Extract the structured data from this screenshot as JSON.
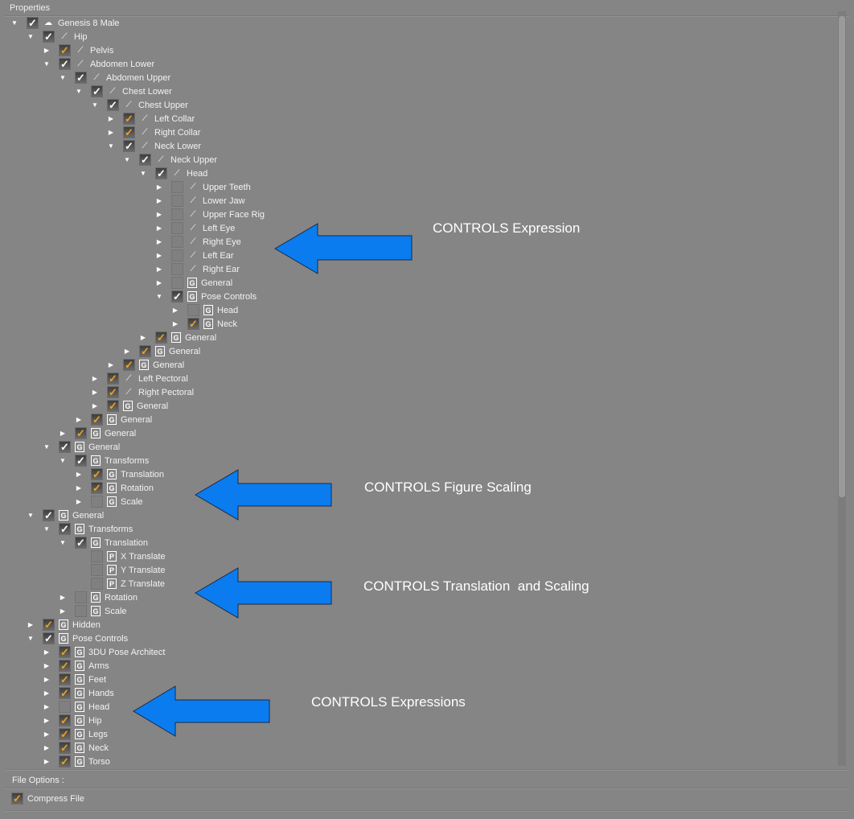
{
  "panel_title": "Properties",
  "tree": [
    [
      0,
      "d",
      "w",
      "fig",
      "Genesis 8 Male"
    ],
    [
      1,
      "d",
      "w",
      "bone",
      "Hip"
    ],
    [
      2,
      "r",
      "o",
      "bone",
      "Pelvis"
    ],
    [
      2,
      "d",
      "w",
      "bone",
      "Abdomen Lower"
    ],
    [
      3,
      "d",
      "w",
      "bone",
      "Abdomen Upper"
    ],
    [
      4,
      "d",
      "w",
      "bone",
      "Chest Lower"
    ],
    [
      5,
      "d",
      "w",
      "bone",
      "Chest Upper"
    ],
    [
      6,
      "r",
      "o",
      "bone",
      "Left Collar"
    ],
    [
      6,
      "r",
      "o",
      "bone",
      "Right Collar"
    ],
    [
      6,
      "d",
      "w",
      "bone",
      "Neck Lower"
    ],
    [
      7,
      "d",
      "w",
      "bone",
      "Neck Upper"
    ],
    [
      8,
      "d",
      "w",
      "bone",
      "Head"
    ],
    [
      9,
      "r",
      "n",
      "bone",
      "Upper Teeth"
    ],
    [
      9,
      "r",
      "n",
      "bone",
      "Lower Jaw"
    ],
    [
      9,
      "r",
      "n",
      "bone",
      "Upper Face Rig"
    ],
    [
      9,
      "r",
      "n",
      "bone",
      "Left Eye"
    ],
    [
      9,
      "r",
      "n",
      "bone",
      "Right Eye"
    ],
    [
      9,
      "r",
      "n",
      "bone",
      "Left Ear"
    ],
    [
      9,
      "r",
      "n",
      "bone",
      "Right Ear"
    ],
    [
      9,
      "r",
      "n",
      "g",
      "General"
    ],
    [
      9,
      "d",
      "w",
      "g",
      "Pose Controls"
    ],
    [
      10,
      "r",
      "n",
      "g",
      "Head"
    ],
    [
      10,
      "r",
      "o",
      "g",
      "Neck"
    ],
    [
      8,
      "r",
      "o",
      "g",
      "General"
    ],
    [
      7,
      "r",
      "o",
      "g",
      "General"
    ],
    [
      6,
      "r",
      "o",
      "g",
      "General"
    ],
    [
      5,
      "r",
      "o",
      "bone",
      "Left Pectoral"
    ],
    [
      5,
      "r",
      "o",
      "bone",
      "Right Pectoral"
    ],
    [
      5,
      "r",
      "o",
      "g",
      "General"
    ],
    [
      4,
      "r",
      "o",
      "g",
      "General"
    ],
    [
      3,
      "r",
      "o",
      "g",
      "General"
    ],
    [
      2,
      "d",
      "w",
      "g",
      "General"
    ],
    [
      3,
      "d",
      "w",
      "g",
      "Transforms"
    ],
    [
      4,
      "r",
      "o",
      "g",
      "Translation"
    ],
    [
      4,
      "r",
      "o",
      "g",
      "Rotation"
    ],
    [
      4,
      "r",
      "n",
      "g",
      "Scale"
    ],
    [
      1,
      "d",
      "w",
      "g",
      "General"
    ],
    [
      2,
      "d",
      "w",
      "g",
      "Transforms"
    ],
    [
      3,
      "d",
      "w",
      "g",
      "Translation"
    ],
    [
      4,
      "",
      "n",
      "p",
      "X Translate"
    ],
    [
      4,
      "",
      "n",
      "p",
      "Y Translate"
    ],
    [
      4,
      "",
      "n",
      "p",
      "Z Translate"
    ],
    [
      3,
      "r",
      "n",
      "g",
      "Rotation"
    ],
    [
      3,
      "r",
      "n",
      "g",
      "Scale"
    ],
    [
      1,
      "r",
      "o",
      "g",
      "Hidden"
    ],
    [
      1,
      "d",
      "w",
      "g",
      "Pose Controls"
    ],
    [
      2,
      "r",
      "o",
      "g",
      "3DU Pose Architect"
    ],
    [
      2,
      "r",
      "o",
      "g",
      "Arms"
    ],
    [
      2,
      "r",
      "o",
      "g",
      "Feet"
    ],
    [
      2,
      "r",
      "o",
      "g",
      "Hands"
    ],
    [
      2,
      "r",
      "n",
      "g",
      "Head"
    ],
    [
      2,
      "r",
      "o",
      "g",
      "Hip"
    ],
    [
      2,
      "r",
      "o",
      "g",
      "Legs"
    ],
    [
      2,
      "r",
      "o",
      "g",
      "Neck"
    ],
    [
      2,
      "r",
      "o",
      "g",
      "Torso"
    ]
  ],
  "annotations": [
    "CONTROLS Expression",
    "CONTROLS Figure Scaling",
    "CONTROLS Translation  and Scaling",
    "CONTROLS Expressions"
  ],
  "file_options_label": "File Options :",
  "compress_label": "Compress File",
  "colors": {
    "arrow": "#0a7cf0",
    "check_partial": "#f0a020"
  }
}
